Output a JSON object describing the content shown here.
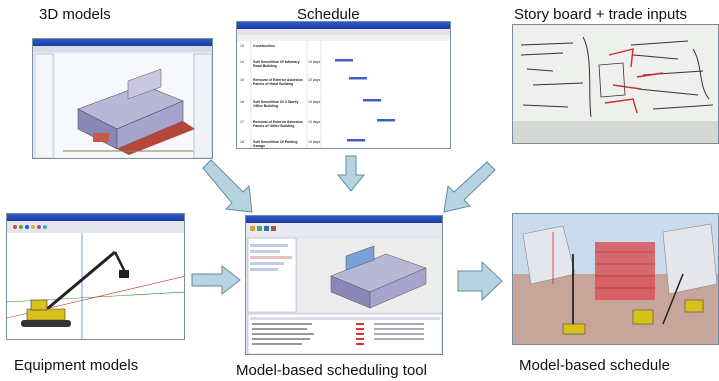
{
  "labels": {
    "models_3d": "3D models",
    "schedule": "Schedule",
    "storyboard": "Story board + trade inputs",
    "equipment": "Equipment models",
    "tool": "Model-based scheduling tool",
    "result": "Model-based schedule"
  },
  "schedule_rows": [
    {
      "num": "13",
      "task": "Construction",
      "dur": ""
    },
    {
      "num": "14",
      "task": "Soft Demolition Of Infirmary Road Building",
      "dur": "10 days"
    },
    {
      "num": "15",
      "task": "Removal of Exterior Asbestos Panels of Hotel Building",
      "dur": "10 days"
    },
    {
      "num": "16",
      "task": "Soft Demolition Of 3 Storey Office Building",
      "dur": "10 days"
    },
    {
      "num": "17",
      "task": "Removal of Exterior Asbestos Panels of Office Building",
      "dur": "10 days"
    },
    {
      "num": "18",
      "task": "Soft Demolition Of Parking Garage",
      "dur": "10 days"
    }
  ],
  "colors": {
    "arrow_fill": "#b8d3e0",
    "arrow_stroke": "#5f8da3",
    "window_title": "#2f58c9",
    "sky": "#cfe1f2",
    "building": "#9a97c4",
    "excavator": "#d8c11a"
  }
}
